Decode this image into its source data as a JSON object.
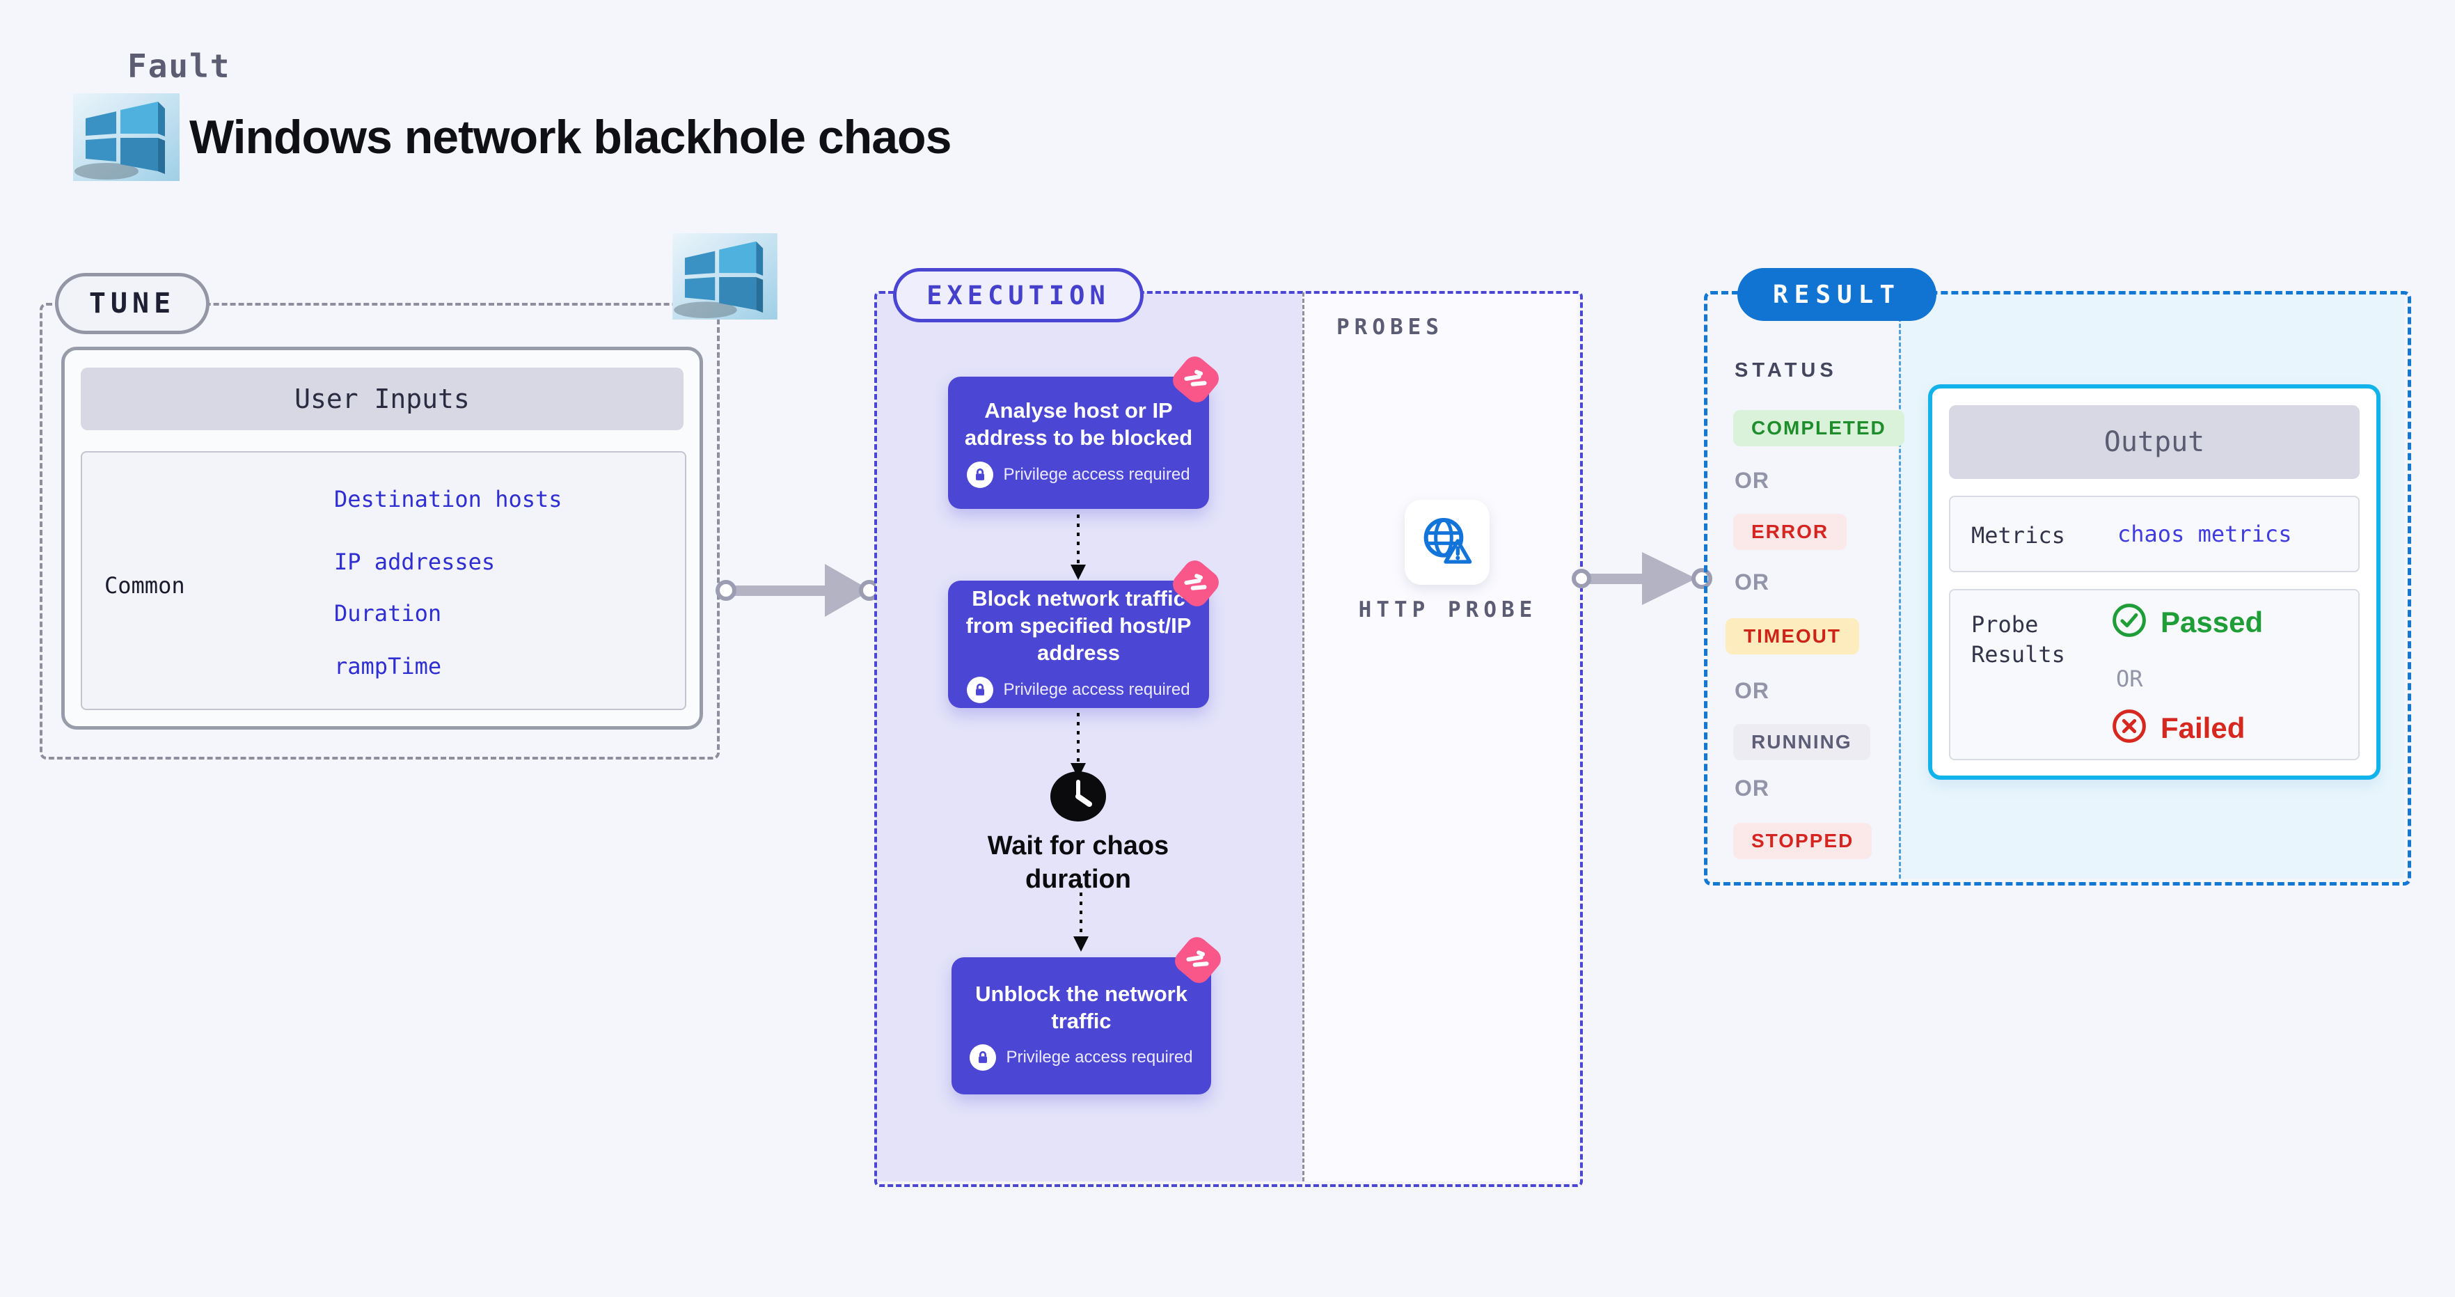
{
  "header": {
    "kicker": "Fault",
    "title": "Windows network blackhole chaos"
  },
  "tune": {
    "label": "TUNE",
    "card_title": "User Inputs",
    "row_label": "Common",
    "links": [
      "Destination hosts",
      "IP addresses",
      "Duration",
      "rampTime"
    ]
  },
  "execution": {
    "label": "EXECUTION",
    "cards": [
      {
        "title": "Analyse host or IP address to be blocked",
        "badge": "Privilege access required"
      },
      {
        "title": "Block network traffic from specified host/IP address",
        "badge": "Privilege access required"
      },
      {
        "title": "Unblock the network traffic",
        "badge": "Privilege access required"
      }
    ],
    "wait_label": "Wait for chaos duration"
  },
  "probes": {
    "label": "PROBES",
    "probe_label": "HTTP PROBE"
  },
  "result": {
    "label": "RESULT",
    "status_title": "STATUS",
    "or_label": "OR",
    "statuses": [
      {
        "text": "COMPLETED",
        "color": "#1d8e2b",
        "bg": "#daf2da"
      },
      {
        "text": "ERROR",
        "color": "#d62420",
        "bg": "#fbe9e9"
      },
      {
        "text": "TIMEOUT",
        "color": "#ce2418",
        "bg": "#fdedbe"
      },
      {
        "text": "RUNNING",
        "color": "#5d5d78",
        "bg": "#ececf2"
      },
      {
        "text": "STOPPED",
        "color": "#d62420",
        "bg": "#fbe9e9"
      }
    ],
    "output": {
      "title": "Output",
      "metrics_label": "Metrics",
      "metrics_link": "chaos metrics",
      "probe_results_label": "Probe Results",
      "passed_label": "Passed",
      "failed_label": "Failed"
    }
  },
  "colors": {
    "page_bg": "#f5f6fb",
    "execution_fill": "#e4e3fa",
    "probes_fill": "#fbfbff",
    "indigo_border": "#4a45d2",
    "card_purple": "#4b46d4",
    "litmus_pink": "#f9578a",
    "result_blue": "#1173d2",
    "result_dash": "#1377d4",
    "ice_fill": "#e9f5fc",
    "cyan_border": "#12b2ea",
    "link_blue": "#2e2ed2",
    "passed_green": "#1f9e38",
    "failed_red": "#d6281e"
  }
}
